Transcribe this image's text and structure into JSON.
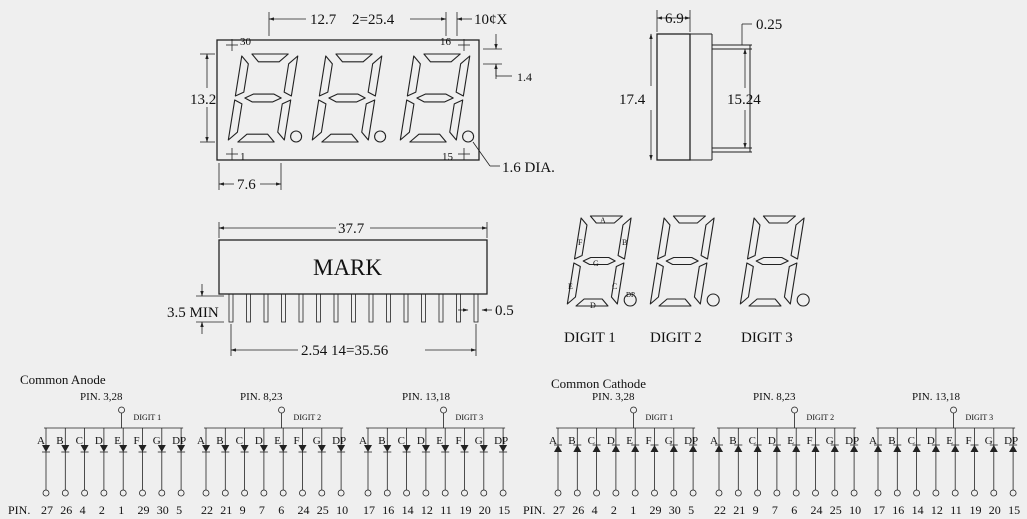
{
  "front_view": {
    "dim_pitch": "12.7",
    "dim_total": "2=25.4",
    "dim_right": "10¢X",
    "dim_height": "13.2",
    "dim_pin_offset": "1.4",
    "dim_dia": "1.6 DIA.",
    "dim_digit_width": "7.6",
    "pin_corner_tl": "30",
    "pin_corner_tr": "16",
    "pin_corner_bl": "1",
    "pin_corner_br": "15"
  },
  "side_view": {
    "dim_depth": "6.9",
    "dim_lead": "0.25",
    "dim_height": "17.4",
    "dim_row_spacing": "15.24"
  },
  "bottom_view": {
    "dim_length": "37.7",
    "mark": "MARK",
    "dim_pin_len": "3.5 MIN",
    "dim_pin_w": "0.5",
    "dim_pitch": "2.54  14=35.56"
  },
  "digit_legend": {
    "segments": [
      "A",
      "B",
      "C",
      "D",
      "E",
      "F",
      "G",
      "DP"
    ],
    "digits": [
      "DIGIT 1",
      "DIGIT 2",
      "DIGIT 3"
    ]
  },
  "circuits": {
    "pin_prefix": "PIN.",
    "segment_labels": [
      "A",
      "B",
      "C",
      "D",
      "E",
      "F",
      "G",
      "DP"
    ],
    "groups": [
      {
        "title": "Common Anode",
        "digits": [
          {
            "label": "DIGIT 1",
            "common": "PIN. 3,28",
            "pins": [
              "27",
              "26",
              "4",
              "2",
              "1",
              "29",
              "30",
              "5"
            ]
          },
          {
            "label": "DIGIT 2",
            "common": "PIN. 8,23",
            "pins": [
              "22",
              "21",
              "9",
              "7",
              "6",
              "24",
              "25",
              "10"
            ]
          },
          {
            "label": "DIGIT 3",
            "common": "PIN. 13,18",
            "pins": [
              "17",
              "16",
              "14",
              "12",
              "11",
              "19",
              "20",
              "15"
            ]
          }
        ]
      },
      {
        "title": "Common Cathode",
        "digits": [
          {
            "label": "DIGIT 1",
            "common": "PIN. 3,28",
            "pins": [
              "27",
              "26",
              "4",
              "2",
              "1",
              "29",
              "30",
              "5"
            ]
          },
          {
            "label": "DIGIT 2",
            "common": "PIN. 8,23",
            "pins": [
              "22",
              "21",
              "9",
              "7",
              "6",
              "24",
              "25",
              "10"
            ]
          },
          {
            "label": "DIGIT 3",
            "common": "PIN. 13,18",
            "pins": [
              "17",
              "16",
              "14",
              "12",
              "11",
              "19",
              "20",
              "15"
            ]
          }
        ]
      }
    ]
  }
}
